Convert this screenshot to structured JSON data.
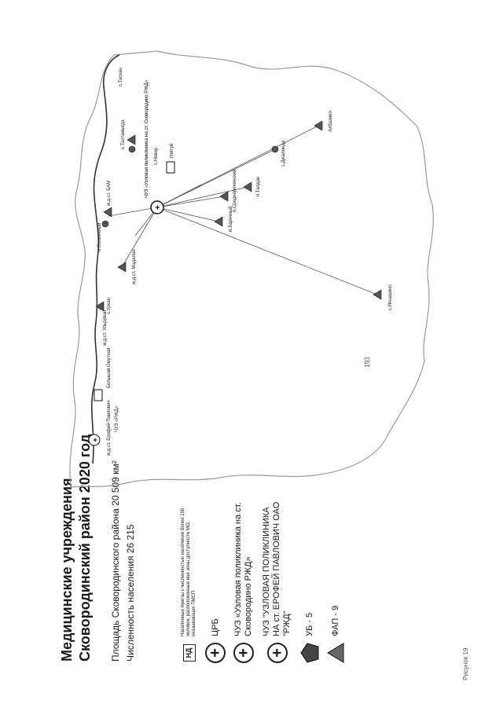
{
  "page_number": "193",
  "figure_caption": "Рисунок 19",
  "title_line1": "Медицинские учреждения",
  "title_line2": "Сковородинский район 2020 год",
  "area_text": "Площадь Сковородинского района 20 509  км²",
  "population_text": "Численность населения 26 215",
  "legend": {
    "nd_symbol": "НД",
    "nd_label": "Населенные пункты с численностью населения более 100 человек, расположенные вне зоны доступности МО, оказывающих ПМСП",
    "crb_label": "ЦРБ",
    "uzl_label": "ЧУЗ «Узловая поликлиника на ст. Сковородино РЖД»",
    "erofey_label": "ЧУЗ \"УЗЛОВАЯ ПОЛИКЛИНИКА НА ст. ЕРОФЕЙ ПАВЛОВИЧ ОАО \"РЖД\"",
    "ub_label": "УБ - 5",
    "fap_label": "ФАП - 9"
  },
  "map": {
    "hub_label": "ЧУЗ «Узловая поликлиника на ст. Сковородино РЖД»",
    "places": [
      "с.Тахтамыгда",
      "п.Солнечный",
      "ж.д.ст. БАМ",
      "с.Уркан",
      "с.Невер",
      "Улятуй",
      "с.Таскан",
      "п.Среднереченский",
      "п.Талдан",
      "с.Джалинда",
      "Албазино",
      "п.Заречный",
      "ж.д.ст. Мадалан",
      "ж.д.ст. Ульруван",
      "с.Игнашино",
      "Большая Омутная",
      "ж.д.ст. Ерофей Павлович",
      "ЧУЗ «РЖД»"
    ]
  },
  "colors": {
    "ink": "#1a1a1a",
    "gray": "#9a9a9a",
    "fill": "#5a5a5a"
  }
}
